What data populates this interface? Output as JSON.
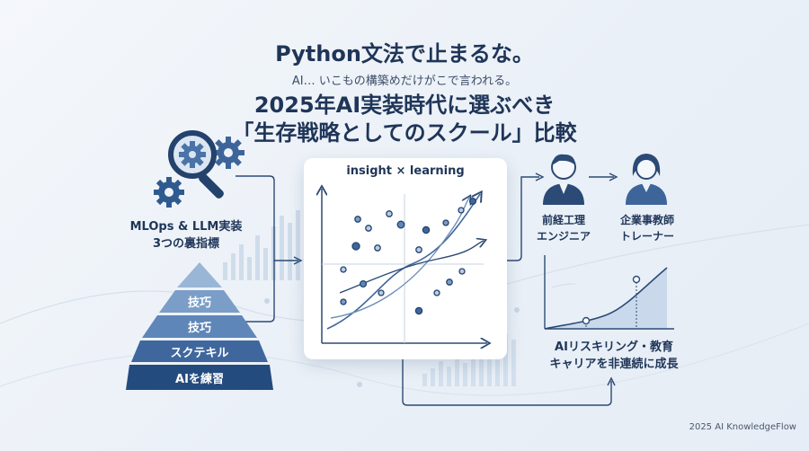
{
  "title": {
    "line1": "Python文法で止まるな。",
    "line2": "AI… いこもの構築めだけがこで言われる。",
    "line3": "2025年AI実装時代に選ぶべき",
    "line4": "「生存戦略としてのスクール」比較"
  },
  "left": {
    "label_line1": "MLOps & LLM実装",
    "label_line2": "3つの裏指標",
    "pyramid": [
      "技巧",
      "技巧",
      "スクテキル",
      "AIを練習"
    ]
  },
  "center": {
    "title": "insight × learning"
  },
  "right": {
    "role1_line1": "前経工理",
    "role1_line2": "エンジニア",
    "role2_line1": "企業事教師",
    "role2_line2": "トレーナー",
    "bottom_line1": "AIリスキリング・教育",
    "bottom_line2": "キャリアを非連続に成長"
  },
  "footer": "2025 AI KnowledgeFlow",
  "colors": {
    "navy": "#1f3558",
    "accent": "#4a74a8",
    "light": "#b9cde4"
  }
}
